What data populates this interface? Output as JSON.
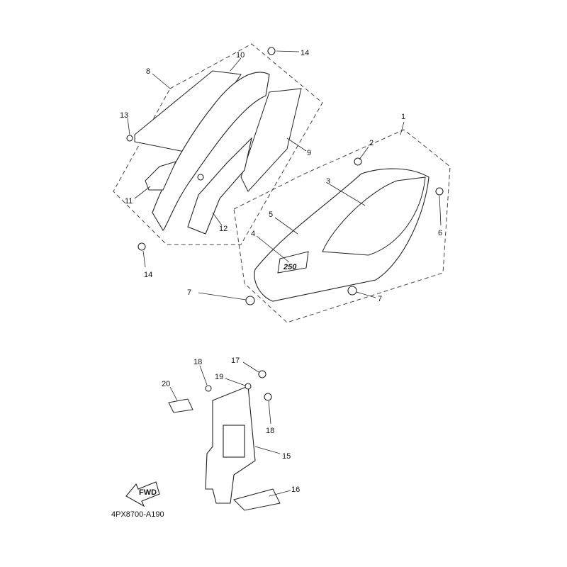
{
  "diagram_code": "4PX8700-A190",
  "fwd_label": "FWD",
  "emblem_text": "250",
  "callouts": {
    "c1": "1",
    "c2": "2",
    "c3": "3",
    "c4": "4",
    "c5": "5",
    "c6": "6",
    "c7a": "7",
    "c7b": "7",
    "c8": "8",
    "c9": "9",
    "c10": "10",
    "c11": "11",
    "c12": "12",
    "c13": "13",
    "c14a": "14",
    "c14b": "14",
    "c15": "15",
    "c16": "16",
    "c17": "17",
    "c18a": "18",
    "c18b": "18",
    "c19": "19",
    "c20": "20"
  }
}
